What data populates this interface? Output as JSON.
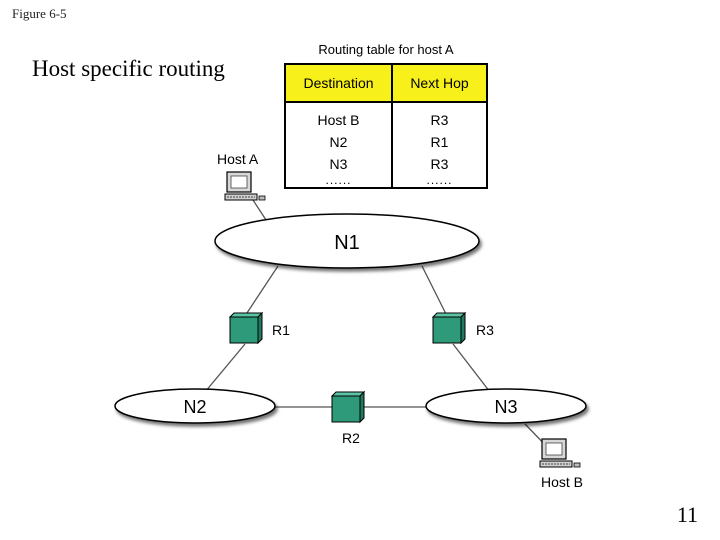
{
  "figure_label": "Figure  6-5",
  "title": "Host specific routing",
  "page_number": "11",
  "routing_table": {
    "caption": "Routing table for host A",
    "headers": {
      "destination": "Destination",
      "next_hop": "Next Hop"
    },
    "rows": [
      {
        "destination": "Host B",
        "next_hop": "R3"
      },
      {
        "destination": "N2",
        "next_hop": "R1"
      },
      {
        "destination": "N3",
        "next_hop": "R3"
      },
      {
        "destination": "......",
        "next_hop": "......"
      }
    ],
    "header_color": "#f7f01a"
  },
  "networks": {
    "n1": "N1",
    "n2": "N2",
    "n3": "N3"
  },
  "routers": {
    "r1": "R1",
    "r2": "R2",
    "r3": "R3",
    "color": "#2e9a7a"
  },
  "hosts": {
    "a": "Host A",
    "b": "Host B"
  }
}
